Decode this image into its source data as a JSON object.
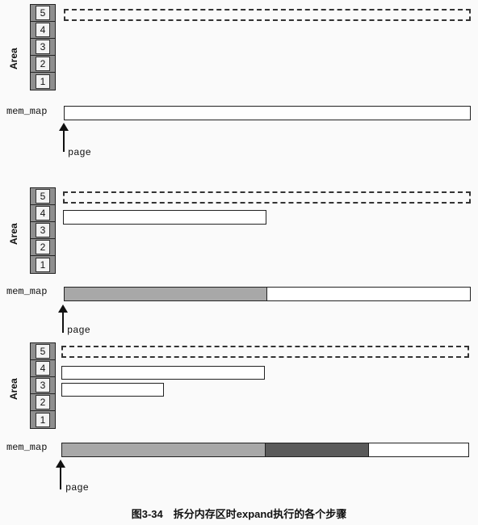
{
  "area_label": "Area",
  "area_numbers": [
    "5",
    "4",
    "3",
    "2",
    "1"
  ],
  "mem_map_label": "mem_map",
  "page_label": "page",
  "caption": "图3-34　拆分内存区时expand执行的各个步骤",
  "colors": {
    "area_fill": "#8f8f8f",
    "segment_light": "#a8a8a8",
    "segment_dark": "#5a5a5a"
  }
}
